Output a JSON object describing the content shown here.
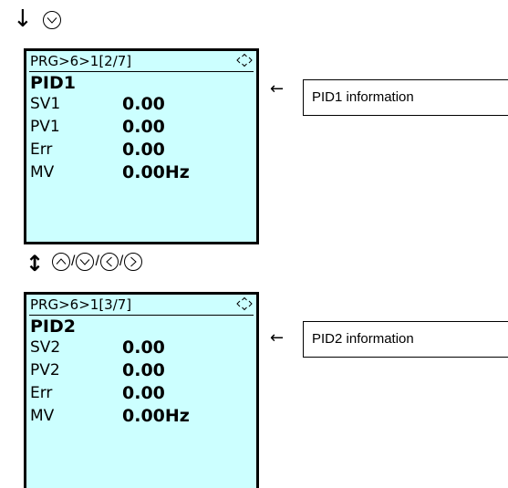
{
  "top_step": {
    "arrow": "↓",
    "button_icon": "down-circle-icon"
  },
  "screens": [
    {
      "path": "PRG>6>1[2/7]",
      "title": "PID1",
      "rows": [
        {
          "label": "SV1",
          "value": "0.00"
        },
        {
          "label": "PV1",
          "value": "0.00"
        },
        {
          "label": "Err",
          "value": "0.00"
        },
        {
          "label": "MV",
          "value": "0.00Hz"
        }
      ],
      "callout": {
        "arrow": "←",
        "text": "PID1 information"
      }
    },
    {
      "path": "PRG>6>1[3/7]",
      "title": "PID2",
      "rows": [
        {
          "label": "SV2",
          "value": "0.00"
        },
        {
          "label": "PV2",
          "value": "0.00"
        },
        {
          "label": "Err",
          "value": "0.00"
        },
        {
          "label": "MV",
          "value": "0.00Hz"
        }
      ],
      "callout": {
        "arrow": "←",
        "text": "PID2 information"
      }
    }
  ],
  "middle_step": {
    "arrow": "↕",
    "separator": "/",
    "buttons": [
      "up-circle-icon",
      "down-circle-icon",
      "left-circle-icon",
      "right-circle-icon"
    ]
  },
  "colors": {
    "lcd_background": "#ccffff",
    "border": "#000000"
  }
}
